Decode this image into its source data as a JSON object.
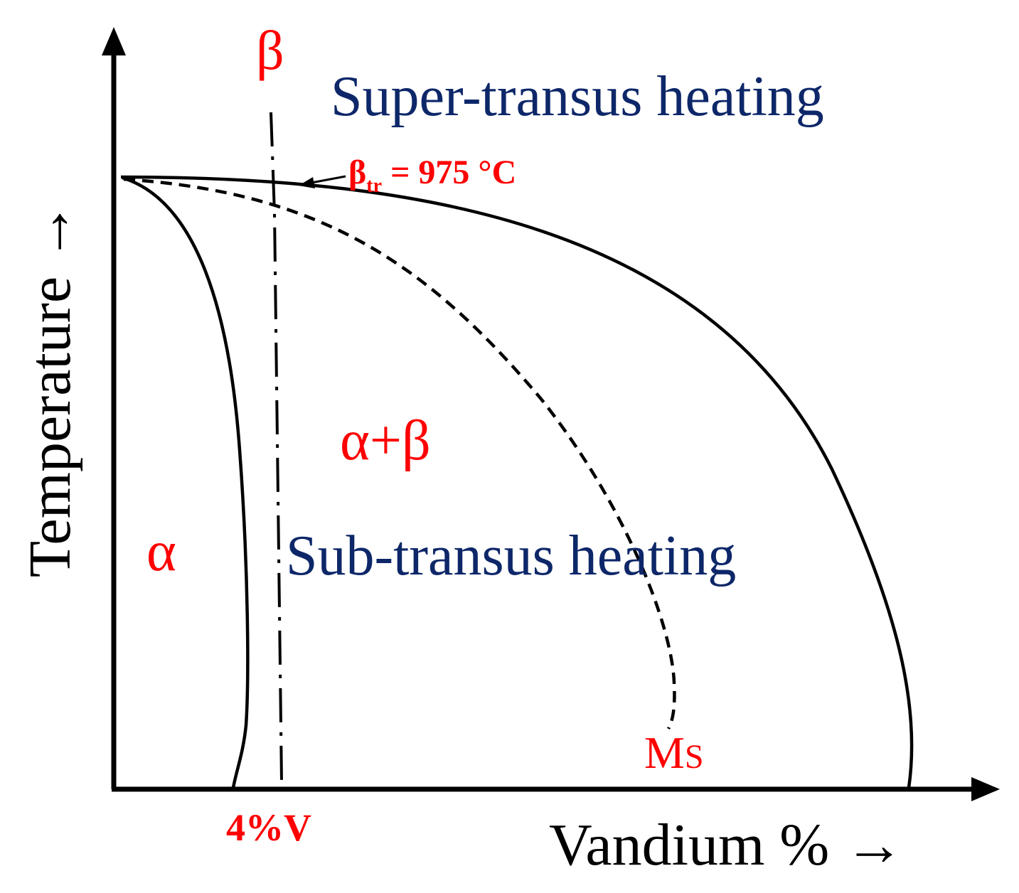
{
  "labels": {
    "beta_top": "β",
    "super_transus": "Super-transus heating",
    "beta_transus_symbol": "β",
    "beta_transus_subscript": "tr",
    "beta_transus_value": " = 975 °C",
    "alpha_beta": "α+β",
    "alpha": "α",
    "sub_transus": "Sub-transus heating",
    "ms_main": "M",
    "ms_sub": "S",
    "four_v": "4%V",
    "x_axis": "Vandium % →",
    "y_axis": "Temperature →"
  },
  "colors": {
    "phase_label": "#ff0000",
    "heating_label": "#0d2769",
    "lines": "#000000"
  }
}
